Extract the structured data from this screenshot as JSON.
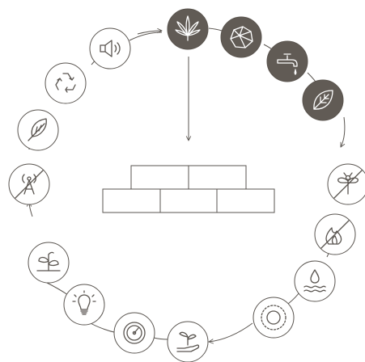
{
  "diagram": {
    "type": "material-cycle",
    "center": "brick-wall-icon",
    "colors": {
      "line": "#5a5550",
      "dark_node": "#615b55",
      "light_node": "#ffffff"
    },
    "nodes": [
      {
        "icon": "cannabis-leaf-icon",
        "style": "dark"
      },
      {
        "icon": "stone-icon",
        "style": "dark"
      },
      {
        "icon": "water-tap-icon",
        "style": "dark"
      },
      {
        "icon": "leaf-icon",
        "style": "dark"
      },
      {
        "icon": "no-insects-icon",
        "style": "light"
      },
      {
        "icon": "fire-resistant-icon",
        "style": "light"
      },
      {
        "icon": "moisture-regulation-icon",
        "style": "light"
      },
      {
        "icon": "thermal-insulation-icon",
        "style": "light"
      },
      {
        "icon": "plant-in-hand-icon",
        "style": "light"
      },
      {
        "icon": "speedometer-icon",
        "style": "light"
      },
      {
        "icon": "light-bulb-icon",
        "style": "light"
      },
      {
        "icon": "growing-plant-icon",
        "style": "light"
      },
      {
        "icon": "no-radio-signal-icon",
        "style": "light"
      },
      {
        "icon": "feather-icon",
        "style": "light"
      },
      {
        "icon": "recycle-icon",
        "style": "light"
      },
      {
        "icon": "speaker-icon",
        "style": "light"
      }
    ]
  }
}
